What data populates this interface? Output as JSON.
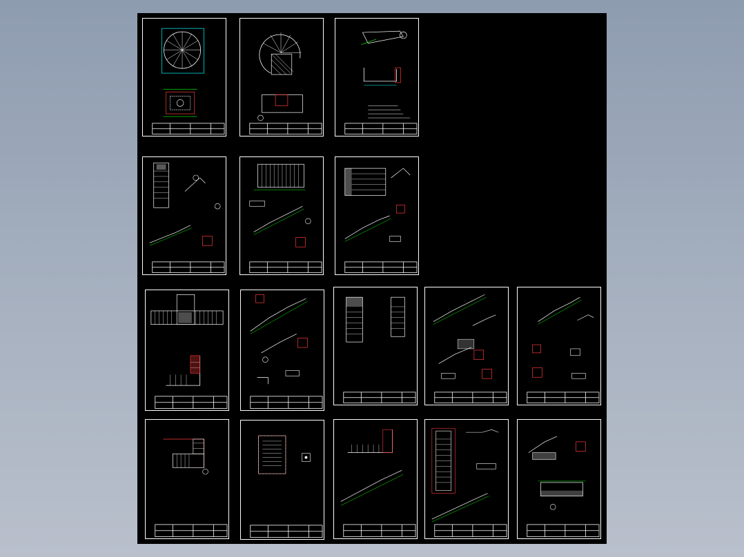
{
  "viewer": {
    "background_color": "#000000",
    "outer_color": "#9aa6b8",
    "line_colors": {
      "frame": "#ffffff",
      "drawing": "#ffffff",
      "hatch": "#00ff00",
      "accent": "#ff3b3b",
      "dim": "#00ffff"
    }
  },
  "sheets": [
    {
      "id": 1,
      "kind": "spiral-stair"
    },
    {
      "id": 2,
      "kind": "spiral-stair-section"
    },
    {
      "id": 3,
      "kind": "details"
    },
    {
      "id": 4,
      "kind": "stair-details"
    },
    {
      "id": 5,
      "kind": "stair-plan"
    },
    {
      "id": 6,
      "kind": "stair-plan"
    },
    {
      "id": 7,
      "kind": "landing-plan"
    },
    {
      "id": 8,
      "kind": "stair-details"
    },
    {
      "id": 9,
      "kind": "stair-plan"
    },
    {
      "id": 10,
      "kind": "stair-details"
    },
    {
      "id": 11,
      "kind": "stair-details"
    },
    {
      "id": 12,
      "kind": "landing-plan"
    },
    {
      "id": 13,
      "kind": "stair-plan"
    },
    {
      "id": 14,
      "kind": "stair-plan"
    },
    {
      "id": 15,
      "kind": "stair-plan"
    },
    {
      "id": 16,
      "kind": "details"
    }
  ]
}
